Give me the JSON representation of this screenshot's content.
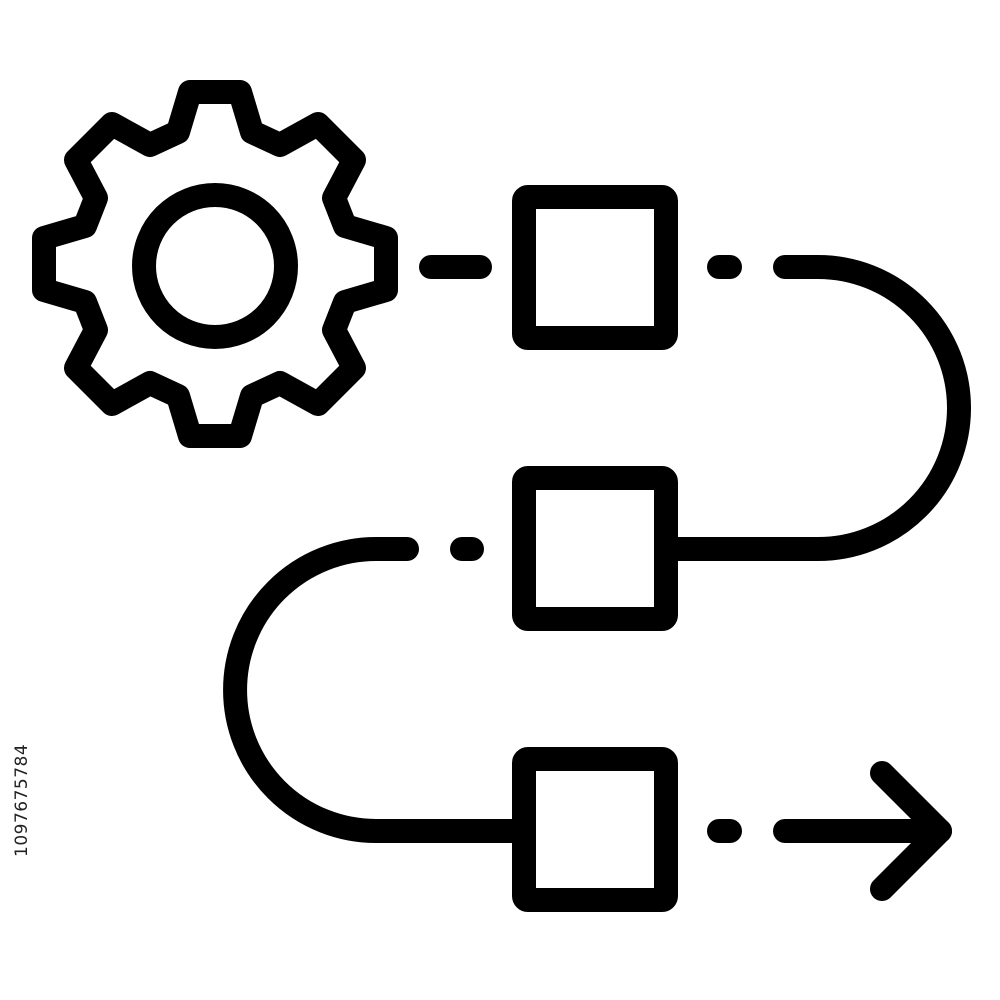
{
  "icon": {
    "name": "workflow-process-icon",
    "stroke_color": "#000000",
    "background_color": "#ffffff",
    "components": [
      "gear-icon",
      "process-step-box",
      "process-step-box",
      "process-step-box",
      "arrow-right-icon"
    ]
  },
  "watermark": {
    "stock_id": "1097675784",
    "text_color": "#222222"
  }
}
